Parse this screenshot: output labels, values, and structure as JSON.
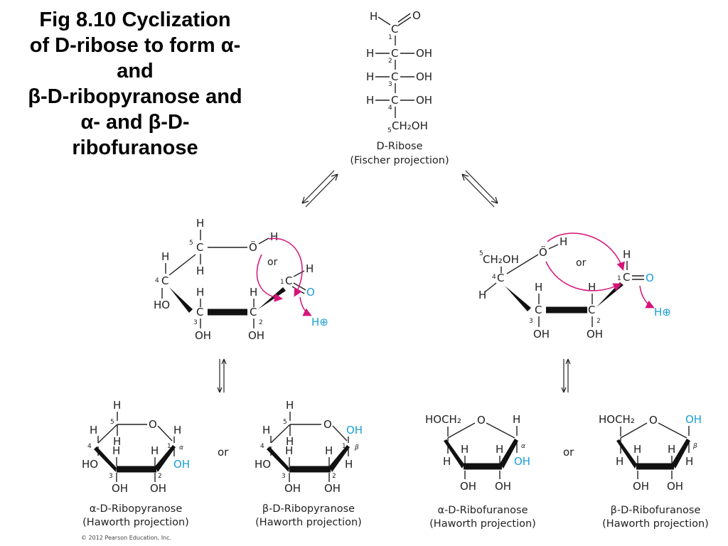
{
  "title": {
    "line1": "Fig 8.10  Cyclization",
    "line2": "of D-ribose to form α-",
    "line3": "and",
    "line4": "β-D-ribopyranose and",
    "line5": "α- and β-D-",
    "line6": "ribofuranose"
  },
  "fischer": {
    "substituents": {
      "c1": [
        "H",
        "O"
      ],
      "c2": [
        "H",
        "OH"
      ],
      "c3": [
        "H",
        "OH"
      ],
      "c4": [
        "H",
        "OH"
      ],
      "c5": "CH₂OH"
    },
    "carbon": "C",
    "numbers": [
      "1",
      "2",
      "3",
      "4",
      "5"
    ],
    "caption1": "D-Ribose",
    "caption2": "(Fischer projection)"
  },
  "left_open": {
    "labels": {
      "h_top": "H",
      "c5": "C",
      "h_c5": "H",
      "o": "Ö",
      "h_o": "H",
      "h_c4": "H",
      "c4": "C",
      "ho": "HO",
      "h_c3": "H",
      "c3": "C",
      "oh_c3": "OH",
      "h_c2": "H",
      "c2": "C",
      "oh_c2": "OH",
      "c1": "C",
      "h_c1": "H",
      "o_c1": "O",
      "h_plus": "H⊕",
      "or": "or"
    },
    "numbers": [
      "1",
      "2",
      "3",
      "4",
      "5"
    ]
  },
  "right_open": {
    "labels": {
      "ch2oh": "CH₂OH",
      "o": "Ö",
      "h_o": "H",
      "c4": "C",
      "h_c4": "H",
      "h_c3": "H",
      "c3": "C",
      "oh_c3": "OH",
      "h_c2": "H",
      "c2": "C",
      "oh_c2": "OH",
      "h_c1": "H",
      "c1": "C",
      "o_c1": "O",
      "h_plus": "H⊕",
      "or": "or"
    },
    "numbers": [
      "1",
      "2",
      "3",
      "4",
      "5"
    ]
  },
  "products": [
    {
      "name": "alpha-pyranose",
      "caption1": "α-D-Ribopyranose",
      "caption2": "(Haworth projection)",
      "anomer": "α",
      "labels": {
        "h5": "H",
        "o": "O",
        "h5b": "H",
        "h4": "H",
        "h3": "H",
        "h2": "H",
        "h1": "H",
        "ho4": "HO",
        "oh3": "OH",
        "oh2": "OH",
        "oh1": "OH"
      },
      "numbers": [
        "1",
        "2",
        "3",
        "4",
        "5"
      ]
    },
    {
      "name": "beta-pyranose",
      "caption1": "β-D-Ribopyranose",
      "caption2": "(Haworth projection)",
      "anomer": "β",
      "labels": {
        "h5": "H",
        "o": "O",
        "h5b": "H",
        "h4": "H",
        "h3": "H",
        "h2": "H",
        "h1": "H",
        "ho4": "HO",
        "oh3": "OH",
        "oh2": "OH",
        "oh1": "OH"
      },
      "numbers": [
        "1",
        "2",
        "3",
        "4",
        "5"
      ]
    },
    {
      "name": "alpha-furanose",
      "caption1": "α-D-Ribofuranose",
      "caption2": "(Haworth projection)",
      "anomer": "α",
      "labels": {
        "hoch2": "HOCH₂",
        "o": "O",
        "h1": "H",
        "h4": "H",
        "h3": "H",
        "h2": "H",
        "oh3": "OH",
        "oh2": "OH",
        "oh1": "OH"
      }
    },
    {
      "name": "beta-furanose",
      "caption1": "β-D-Ribofuranose",
      "caption2": "(Haworth projection)",
      "anomer": "β",
      "labels": {
        "hoch2": "HOCH₂",
        "o": "O",
        "oh1": "OH",
        "h4": "H",
        "h3": "H",
        "h2": "H",
        "h1": "H",
        "oh3": "OH",
        "oh2": "OH"
      }
    }
  ],
  "or_label": "or",
  "copyright": "© 2012 Pearson Education, Inc.",
  "colors": {
    "accent_blue": "#1a9fd6",
    "arrow_magenta": "#d6137a",
    "text": "#222222"
  }
}
